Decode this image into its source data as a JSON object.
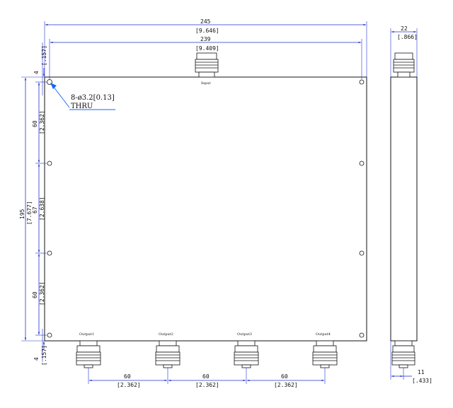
{
  "colors": {
    "dimension": "#2233cc",
    "outline": "#111111",
    "leader": "#1166ff"
  },
  "dims": {
    "overall_width": [
      "245",
      "[9.646]"
    ],
    "hole_span": [
      "239",
      "[9.409]"
    ],
    "top_offset": [
      "4",
      "[.157]"
    ],
    "bottom_offset": [
      "4",
      "[.157]"
    ],
    "overall_height": [
      "195",
      "[7.677]"
    ],
    "mid_spacing": [
      "67",
      "[2.638]"
    ],
    "hole_pitch_top": [
      "60",
      "[2.362]"
    ],
    "hole_pitch_bottom": [
      "60",
      "[2.362]"
    ],
    "side_width": [
      "22",
      "[.866]"
    ],
    "side_offset": [
      "11",
      "[.433]"
    ],
    "port_pitch": [
      [
        "60",
        "[2.362]"
      ],
      [
        "60",
        "[2.362]"
      ],
      [
        "60",
        "[2.362]"
      ]
    ]
  },
  "note": {
    "line1": "8-ø3.2[0.13]",
    "line2": "THRU"
  },
  "ports": {
    "input": "Input",
    "outputs": [
      "Output1",
      "Output2",
      "Output3",
      "Output4"
    ]
  }
}
